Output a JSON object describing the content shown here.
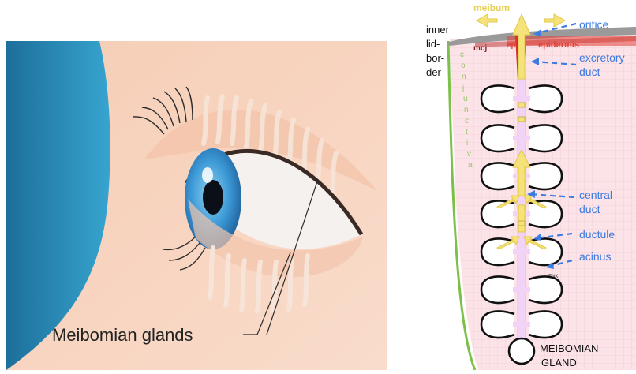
{
  "left_panel": {
    "caption": "Meibomian glands"
  },
  "right_panel": {
    "labels": {
      "meibum": "meibum",
      "orifice": "orifice",
      "inner_lid_border": [
        "inner",
        "lid-",
        "bor-",
        "der"
      ],
      "mcj": "mcj",
      "ep": "ep",
      "epidermis": "epidermis",
      "excretory_duct": [
        "excretory",
        "duct"
      ],
      "conjunctiva": [
        "c",
        "o",
        "n",
        "j",
        "u",
        "n",
        "c",
        "t",
        "i",
        "v",
        "a"
      ],
      "central_duct": [
        "central",
        "duct"
      ],
      "ductule": "ductule",
      "acinus": "acinus",
      "enk": "ENK",
      "gland": [
        "MEIBOMIAN",
        "GLAND"
      ]
    },
    "colors": {
      "meibum_yellow": "#f6e27a",
      "label_blue": "#3d7be0",
      "epidermis_red": "#e0443a",
      "conjunctiva_green": "#7cc04a",
      "tissue_pink": "#fbe0e6",
      "duct_lilac": "#f3d6f4"
    }
  }
}
